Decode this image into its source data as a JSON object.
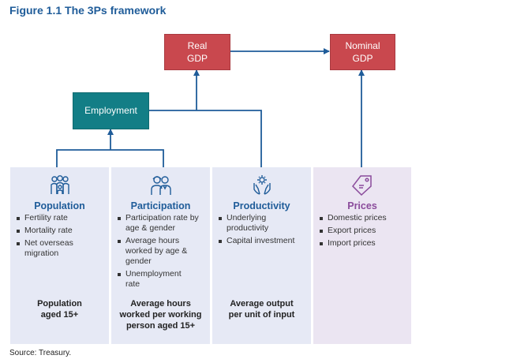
{
  "figure": {
    "title": "Figure 1.1   The 3Ps framework",
    "source": "Source: Treasury."
  },
  "nodes": {
    "real_gdp": [
      "Real",
      "GDP"
    ],
    "nominal_gdp": [
      "Nominal",
      "GDP"
    ],
    "employment": "Employment"
  },
  "panels": [
    {
      "title": "Population",
      "icon": "people-group-icon",
      "bullets": [
        "Fertility rate",
        "Mortality rate",
        "Net overseas migration"
      ],
      "summary": [
        "Population",
        "aged 15+"
      ]
    },
    {
      "title": "Participation",
      "icon": "workers-icon",
      "bullets": [
        "Participation rate by age & gender",
        "Average hours worked by age & gender",
        "Unemployment rate"
      ],
      "summary": [
        "Average hours",
        "worked per working",
        "person aged 15+"
      ]
    },
    {
      "title": "Productivity",
      "icon": "hand-gear-icon",
      "bullets": [
        "Underlying productivity",
        "Capital investment"
      ],
      "summary": [
        "Average output",
        "per unit of input"
      ]
    },
    {
      "title": "Prices",
      "icon": "price-tag-icon",
      "bullets": [
        "Domestic prices",
        "Export prices",
        "Import prices"
      ],
      "summary": []
    }
  ],
  "colors": {
    "title_blue": "#1f5c99",
    "gdp_red": "#c9484e",
    "employment_teal": "#137e86",
    "panel_blue": "#e6e9f5",
    "panel_purple": "#ebe5f2",
    "connector": "#1f5c99",
    "prices_purple": "#8a4b9b"
  }
}
